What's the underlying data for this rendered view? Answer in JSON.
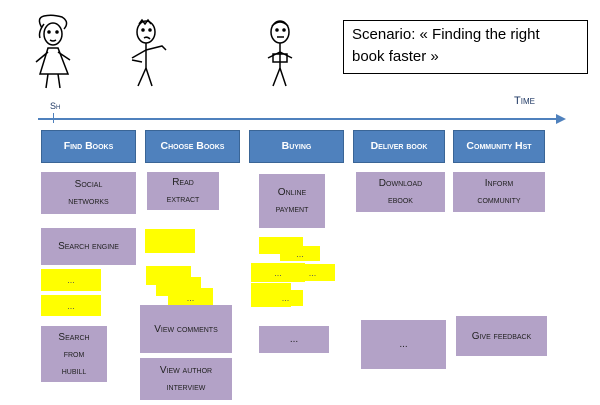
{
  "scenario": {
    "line1": "Scenario: « Finding the right",
    "line2": "book faster »"
  },
  "timeline": {
    "start_label": "Sh",
    "end_label": "Time"
  },
  "colors": {
    "phase": "#4f81bd",
    "card": "#b3a2c7",
    "sticky": "#ffff00",
    "axis": "#4f81bd"
  },
  "phases": [
    {
      "label": "Find Books"
    },
    {
      "label": "Choose Books"
    },
    {
      "label": "Buying"
    },
    {
      "label": "Deliver book"
    },
    {
      "label": "Community Hst"
    }
  ],
  "cards": {
    "social_networks": "Social networks",
    "read_extract": "Read extract",
    "online_payment": "Online payment",
    "download_ebook": "Download ebook",
    "inform_community": "Inform community",
    "search_engine": "Search engine",
    "search_from_hubill": "Search from hubill",
    "view_comments": "View comments",
    "view_author_interview": "View author interview",
    "buying_more": "...",
    "deliver_more": "...",
    "give_feedback": "Give feedback"
  },
  "stickies": {
    "placeholder": "..."
  },
  "actors": [
    {
      "icon": "girl-figure-icon"
    },
    {
      "icon": "boy-figure-icon"
    },
    {
      "icon": "man-figure-icon"
    }
  ]
}
